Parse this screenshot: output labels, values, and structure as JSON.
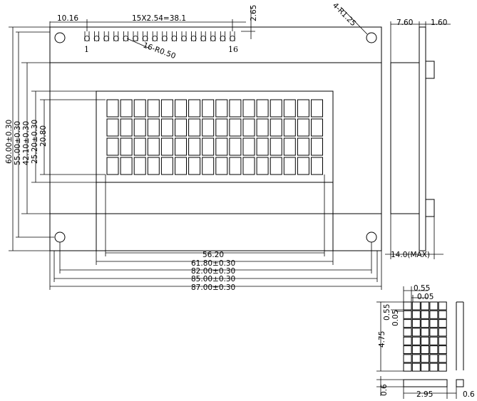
{
  "top_dims": {
    "left_offset": "10.16",
    "pitch": "15X2.54=38.1",
    "pin_height": "2.65",
    "hole_radius": "4-R1.25",
    "pin_radius": "16-R0.50"
  },
  "pin_labels": {
    "first": "1",
    "last": "16"
  },
  "vertical_dims": [
    "60.00±0.30",
    "55.00±0.30",
    "42.10±0.30",
    "25.20±0.30",
    "20.80"
  ],
  "horizontal_dims": [
    "56.20",
    "61.80±0.30",
    "82.00±0.30",
    "85.00±0.30",
    "87.00±0.30"
  ],
  "side_view": {
    "thickness_left": "7.60",
    "thickness_right": "1.60",
    "max_height": "14.0(MAX)"
  },
  "char_detail": {
    "dot_size": "0.55",
    "dot_gap": "0.05",
    "dot_size_v": "0.55",
    "dot_gap_v": "0.05",
    "char_height": "4.75",
    "char_width": "2.95",
    "cursor_gap": "0.6",
    "cursor_height": "0.6"
  },
  "display": {
    "rows": 4,
    "columns": 16
  }
}
